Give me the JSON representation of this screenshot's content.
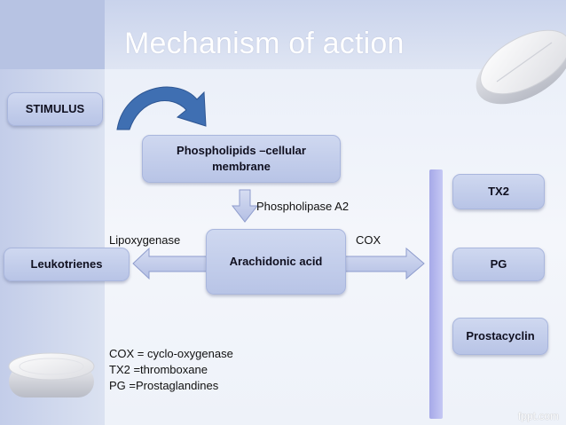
{
  "title": "Mechanism of action",
  "nodes": {
    "stimulus": "STIMULUS",
    "phospholipids": "Phospholipids –cellular membrane",
    "arachidonic": "Arachidonic acid",
    "leukotrienes": "Leukotrienes",
    "tx2": "TX2",
    "pg": "PG",
    "prostacyclin": "Prostacyclin"
  },
  "edge_labels": {
    "phospholipase": "Phospholipase A2",
    "lipoxygenase": "Lipoxygenase",
    "cox": "COX"
  },
  "legend": [
    "COX = cyclo-oxygenase",
    "TX2 =thromboxane",
    "PG =Prostaglandines"
  ],
  "footer": "fppt.com",
  "colors": {
    "node_fill": "#c4cdeb",
    "arrow_fill": "#c3cbe9",
    "bar_fill": "#b4b7ee",
    "curved_arrow": "#3f6fb2"
  }
}
